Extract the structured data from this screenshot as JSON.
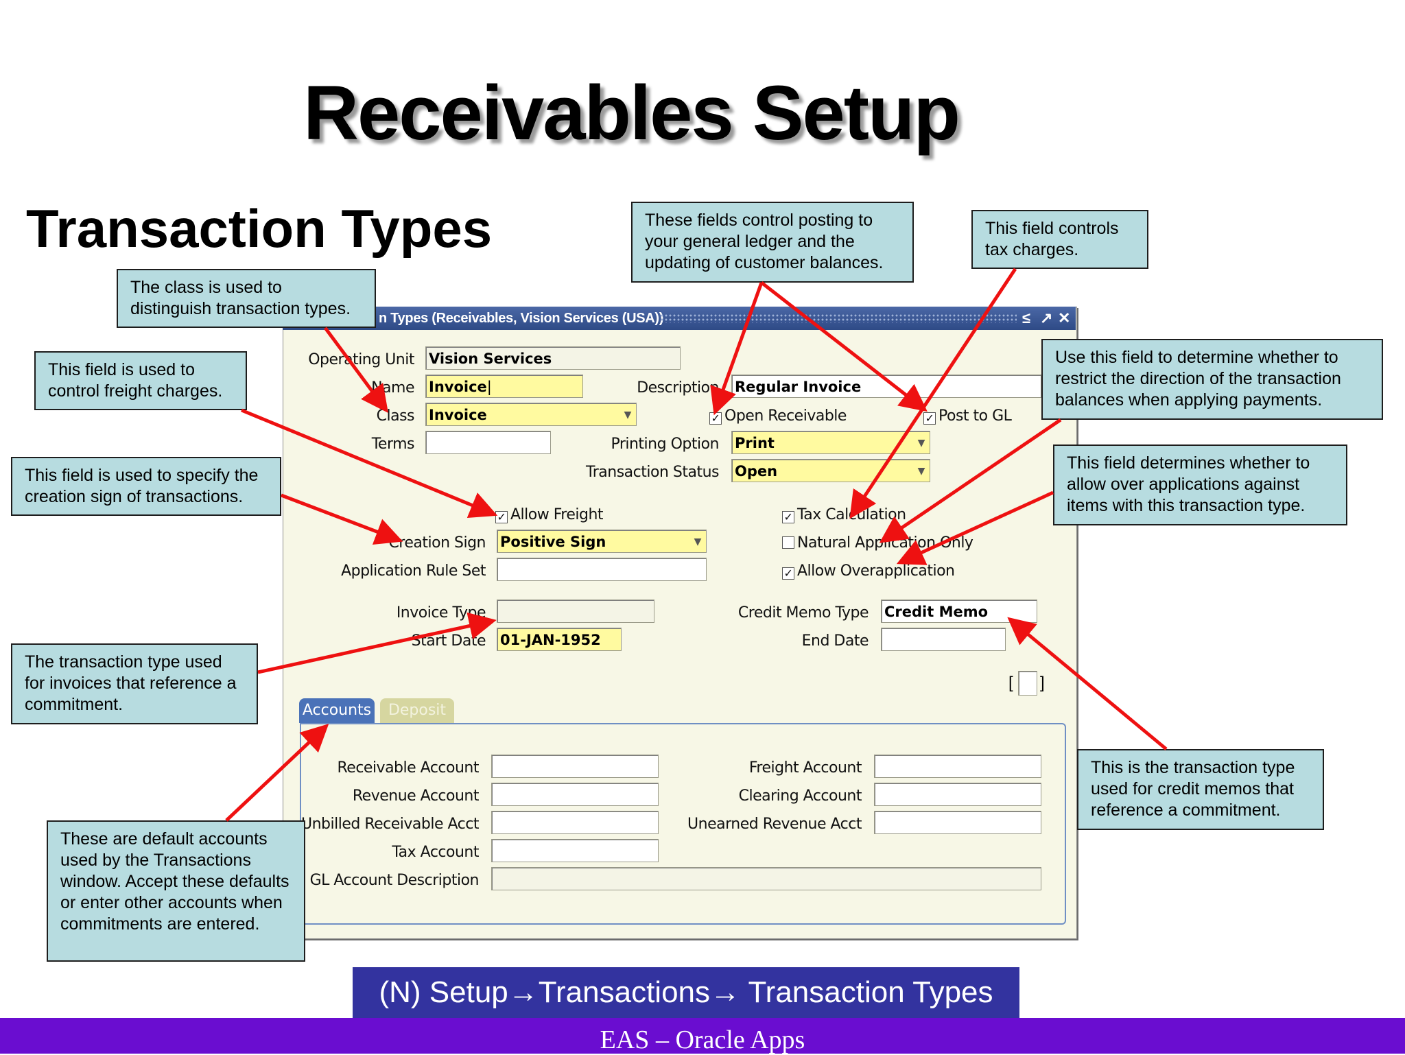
{
  "slide": {
    "title": "Receivables Setup",
    "section_title": "Transaction Types",
    "nav_path": "(N) Setup→Transactions→ Transaction Types",
    "footer": "EAS – Oracle Apps"
  },
  "window": {
    "title": "n Types (Receivables, Vision Services (USA))",
    "buttons": [
      "≤",
      "↗",
      "✕"
    ]
  },
  "form": {
    "operating_unit": {
      "label": "Operating Unit",
      "value": "Vision Services"
    },
    "name": {
      "label": "Name",
      "value": "Invoice"
    },
    "class": {
      "label": "Class",
      "value": "Invoice"
    },
    "terms": {
      "label": "Terms",
      "value": ""
    },
    "description": {
      "label": "Description",
      "value": "Regular Invoice"
    },
    "open_receivable": {
      "label": "Open Receivable",
      "checked": true
    },
    "post_to_gl": {
      "label": "Post to GL",
      "checked": true
    },
    "printing_option": {
      "label": "Printing Option",
      "value": "Print"
    },
    "transaction_status": {
      "label": "Transaction Status",
      "value": "Open"
    },
    "allow_freight": {
      "label": "Allow Freight",
      "checked": true
    },
    "creation_sign": {
      "label": "Creation Sign",
      "value": "Positive Sign"
    },
    "application_rule_set": {
      "label": "Application Rule Set",
      "value": ""
    },
    "tax_calculation": {
      "label": "Tax Calculation",
      "checked": true
    },
    "natural_application_only": {
      "label": "Natural Application Only",
      "checked": false
    },
    "allow_overapplication": {
      "label": "Allow Overapplication",
      "checked": true
    },
    "invoice_type": {
      "label": "Invoice Type",
      "value": ""
    },
    "start_date": {
      "label": "Start Date",
      "value": "01-JAN-1952"
    },
    "credit_memo_type": {
      "label": "Credit Memo Type",
      "value": "Credit Memo"
    },
    "end_date": {
      "label": "End Date",
      "value": ""
    },
    "bracket_left": "[",
    "bracket_right": "]"
  },
  "tabs": [
    {
      "label": "Accounts",
      "active": true
    },
    {
      "label": "Deposit",
      "active": false
    }
  ],
  "accounts": {
    "receivable_account": "Receivable Account",
    "revenue_account": "Revenue Account",
    "unbilled_receivable_acct": "Unbilled Receivable Acct",
    "tax_account": "Tax Account",
    "gl_account_description": "GL Account Description",
    "freight_account": "Freight Account",
    "clearing_account": "Clearing Account",
    "unearned_revenue_acct": "Unearned Revenue Acct"
  },
  "callouts": {
    "class": "The class is used to distinguish transaction types.",
    "freight": "This field is used to control freight charges.",
    "creation_sign": "This field is used to specify the creation sign of transactions.",
    "invoice_type": "The transaction type used for invoices that reference a commitment.",
    "default_accounts": "These are default accounts used by the Transactions window. Accept these defaults or enter other accounts when commitments are entered.",
    "posting": "These fields control posting to your general ledger and the updating of customer balances.",
    "tax": "This field controls tax charges.",
    "natural_application": "Use this field to determine whether to restrict the direction of the transaction balances when applying payments.",
    "overapplication": "This field determines whether to allow over applications against items with this transaction type.",
    "credit_memo": "This is the transaction type used for credit memos that reference a commitment."
  },
  "colors": {
    "callout_bg": "#b7dce0",
    "required_field": "#fffaa0",
    "window_bg": "#f7f7e6",
    "titlebar": "#2e4a86",
    "footer": "#6a0dd0",
    "nav_box": "#33339f",
    "arrow": "#ee1111"
  }
}
